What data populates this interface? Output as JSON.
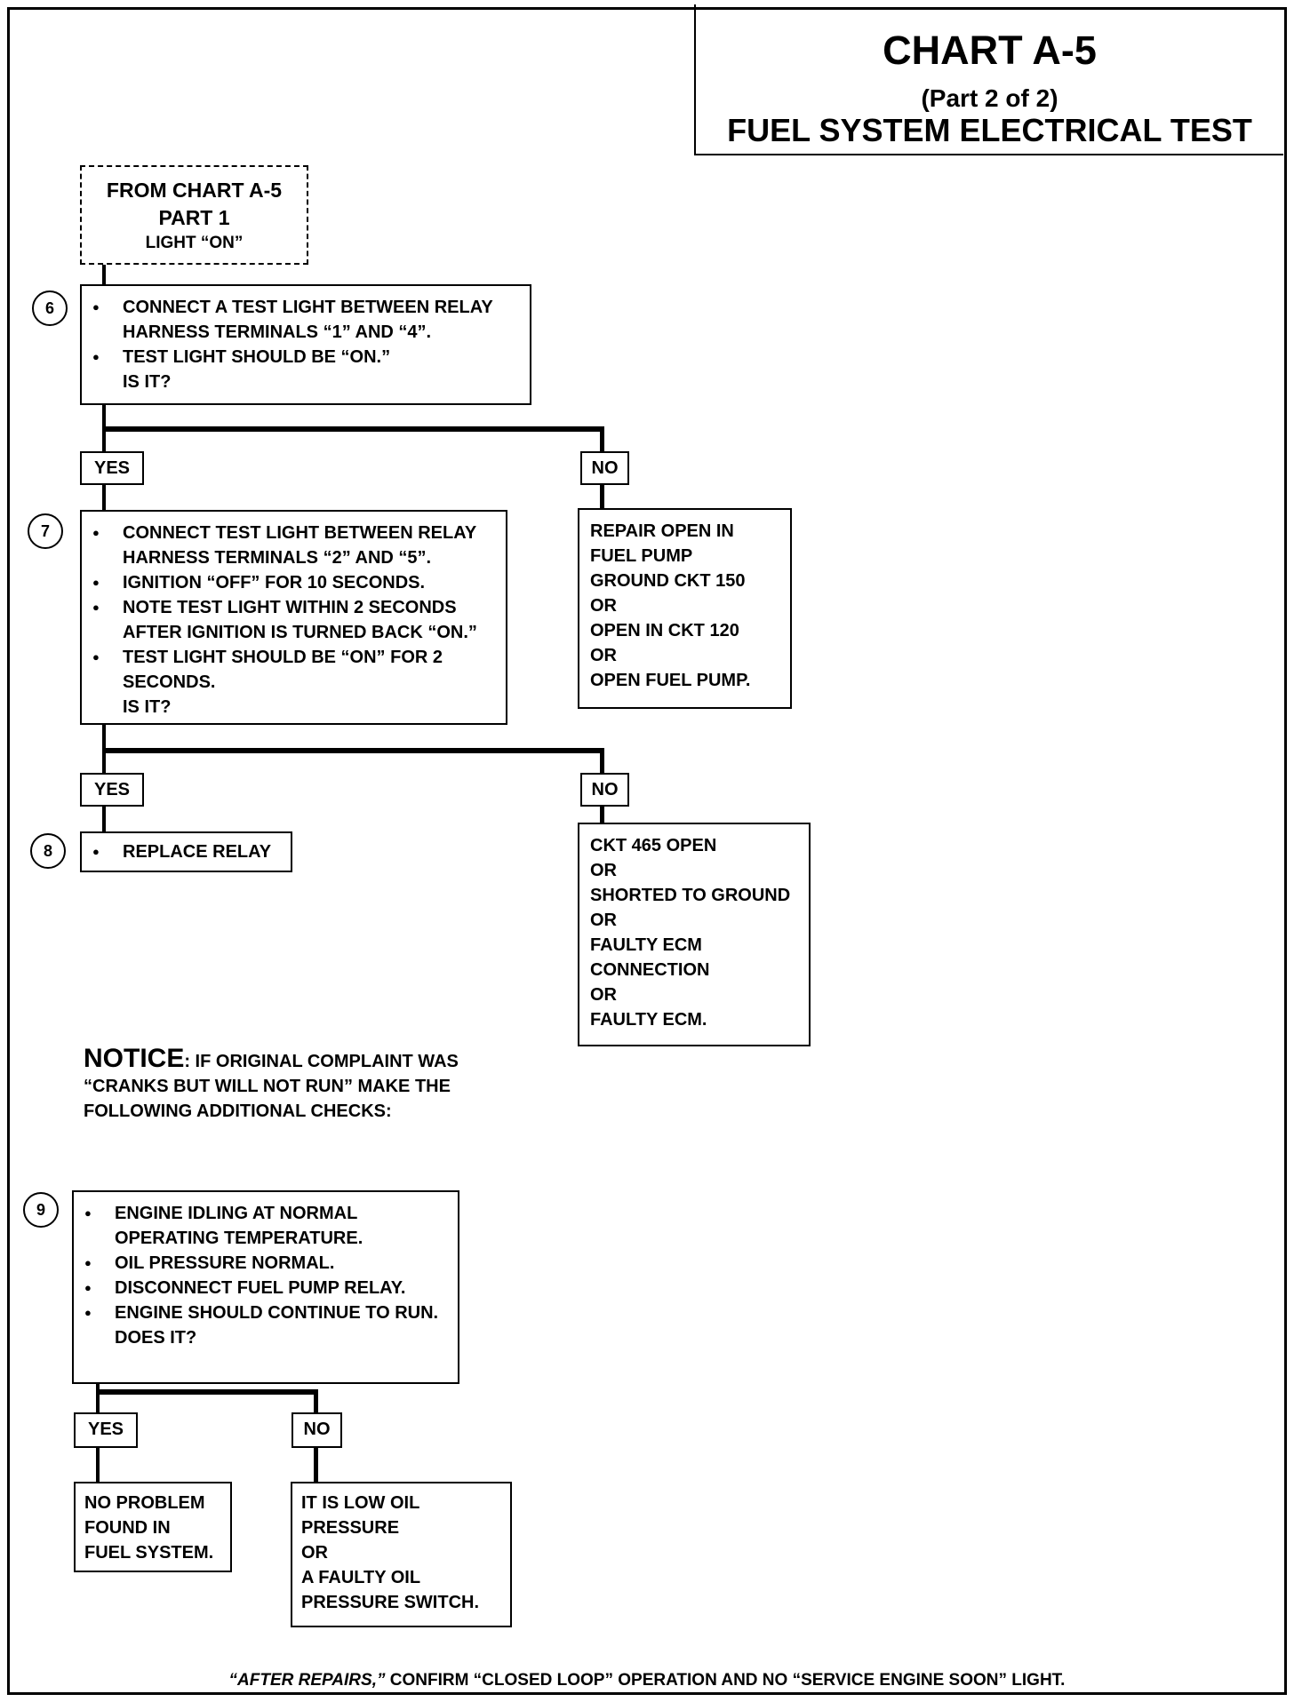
{
  "title": {
    "main": "CHART A-5",
    "part": "(Part 2 of 2)",
    "subtitle": "FUEL SYSTEM ELECTRICAL TEST"
  },
  "from_box": {
    "line1": "FROM CHART A-5",
    "line2": "PART 1",
    "line3": "LIGHT “ON”"
  },
  "step6": {
    "number": "6",
    "bullets": [
      "CONNECT A TEST LIGHT BETWEEN RELAY HARNESS TERMINALS “1” AND “4”.",
      "TEST LIGHT SHOULD BE “ON.”"
    ],
    "question": "IS IT?"
  },
  "step7": {
    "number": "7",
    "bullets": [
      "CONNECT TEST LIGHT BETWEEN RELAY HARNESS TERMINALS “2” AND “5”.",
      "IGNITION “OFF” FOR 10 SECONDS.",
      "NOTE TEST LIGHT WITHIN 2 SECONDS AFTER IGNITION IS TURNED BACK “ON.”",
      "TEST LIGHT SHOULD BE “ON” FOR 2 SECONDS."
    ],
    "question": "IS IT?"
  },
  "step8": {
    "number": "8",
    "bullets": [
      "REPLACE RELAY"
    ]
  },
  "step9": {
    "number": "9",
    "bullets": [
      "ENGINE IDLING AT NORMAL OPERATING TEMPERATURE.",
      "OIL PRESSURE NORMAL.",
      "DISCONNECT FUEL PUMP RELAY.",
      "ENGINE SHOULD CONTINUE TO RUN."
    ],
    "question": "DOES IT?"
  },
  "labels": {
    "yes": "YES",
    "no": "NO"
  },
  "no6_result": [
    "REPAIR OPEN IN",
    "FUEL PUMP",
    "GROUND CKT 150",
    "OR",
    "OPEN IN CKT 120",
    "OR",
    "OPEN FUEL PUMP."
  ],
  "no7_result": [
    "CKT 465 OPEN",
    "OR",
    "SHORTED TO GROUND",
    "OR",
    "FAULTY ECM",
    "CONNECTION",
    "OR",
    "FAULTY ECM."
  ],
  "notice": {
    "heading": "NOTICE",
    "text": ": IF ORIGINAL COMPLAINT WAS “CRANKS BUT WILL NOT RUN” MAKE THE FOLLOWING ADDITIONAL CHECKS:"
  },
  "yes9_result": [
    "NO PROBLEM",
    "FOUND IN",
    "FUEL SYSTEM."
  ],
  "no9_result": [
    "IT IS LOW OIL",
    "PRESSURE",
    "OR",
    "A FAULTY OIL",
    "PRESSURE SWITCH."
  ],
  "footer": {
    "italic": "“AFTER REPAIRS,”",
    "rest": " CONFIRM “CLOSED LOOP” OPERATION AND NO “SERVICE ENGINE SOON” LIGHT."
  }
}
